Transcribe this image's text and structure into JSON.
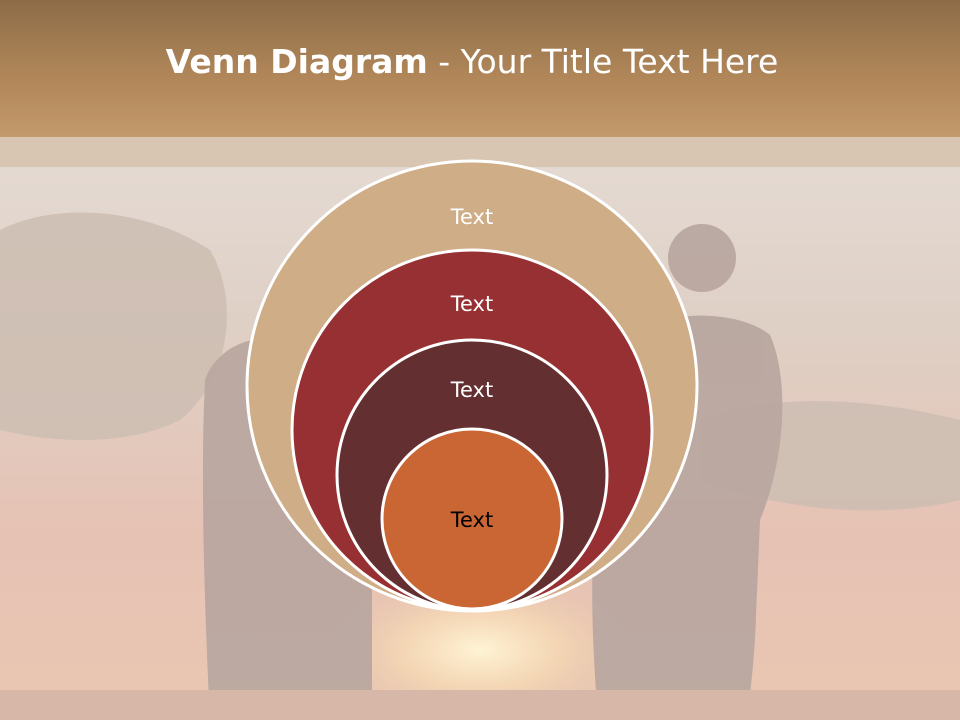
{
  "slide": {
    "title_bold": "Venn Diagram",
    "title_rest": " - Your Title Text Here"
  },
  "diagram": {
    "type": "stacked-venn",
    "rings": [
      {
        "label": "Text",
        "fill": "#cfad86",
        "text_color": "#ffffff"
      },
      {
        "label": "Text",
        "fill": "#973033",
        "text_color": "#ffffff"
      },
      {
        "label": "Text",
        "fill": "#632f30",
        "text_color": "#ffffff"
      },
      {
        "label": "Text",
        "fill": "#c96633",
        "text_color": "#000000"
      }
    ],
    "outline_color": "#ffffff"
  },
  "colors": {
    "title_bar": "#b08659",
    "strip": "#d8c6b2",
    "background": "#d9cfc6"
  }
}
